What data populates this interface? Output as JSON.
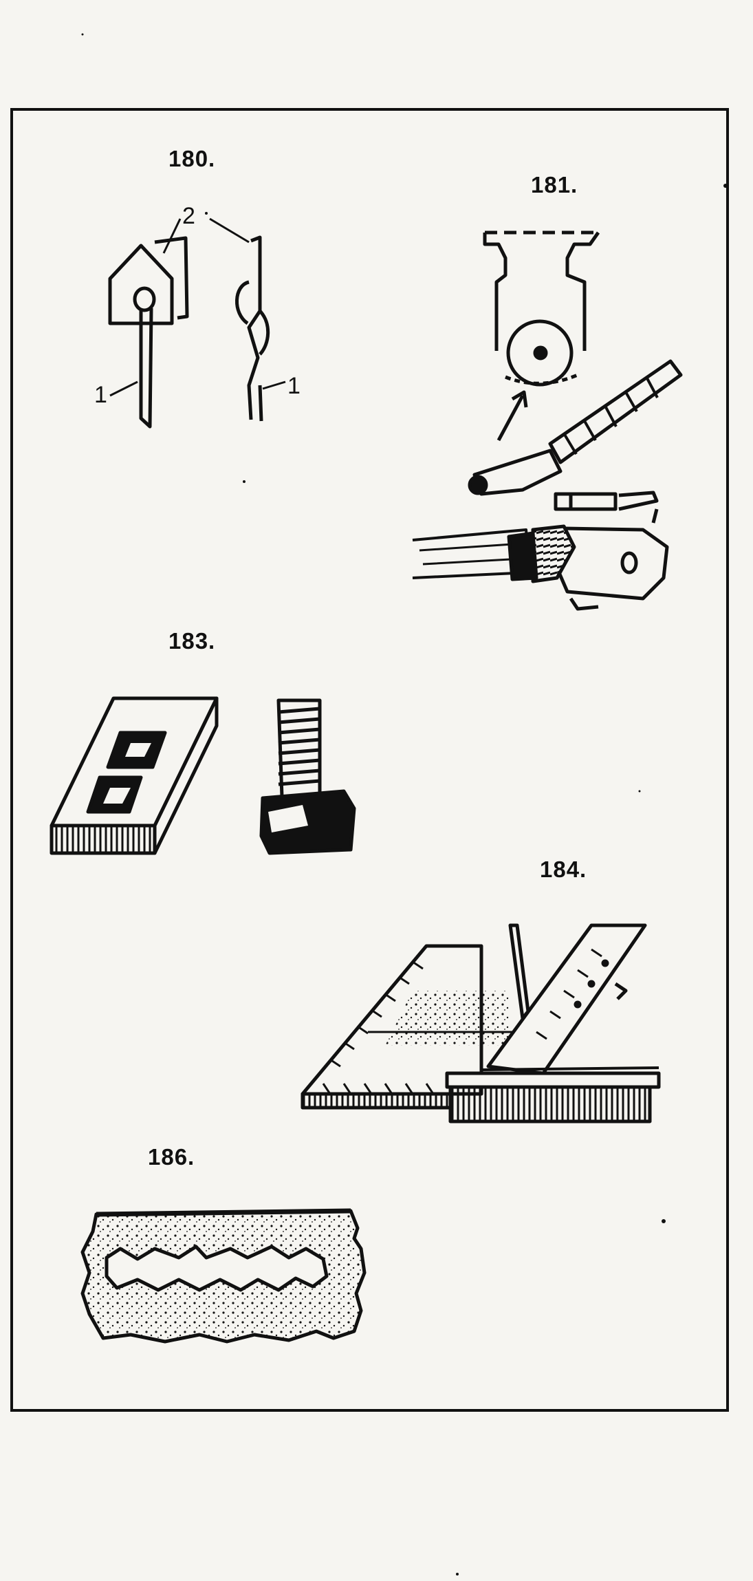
{
  "figures": {
    "f180": {
      "number": "180.",
      "callout_1a": "1",
      "callout_1b": "1",
      "callout_2": "2"
    },
    "f181": {
      "number": "181."
    },
    "f183": {
      "number": "183."
    },
    "f184": {
      "number": "184."
    },
    "f186": {
      "number": "186."
    }
  }
}
